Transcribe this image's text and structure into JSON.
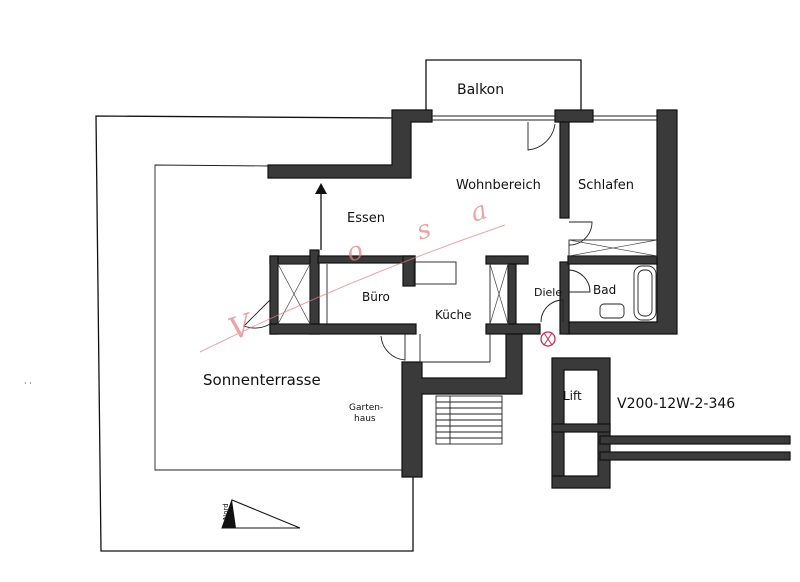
{
  "rooms": {
    "balkon": "Balkon",
    "wohnbereich": "Wohnbereich",
    "schlafen": "Schlafen",
    "essen": "Essen",
    "buero": "Büro",
    "kueche": "Küche",
    "diele": "Diele",
    "bad": "Bad",
    "sonnenterrasse": "Sonnenterrasse",
    "gartenhaus_1": "Garten-",
    "gartenhaus_2": "haus",
    "lift": "Lift"
  },
  "north_label": "Nord",
  "plan_code": "V200-12W-2-346",
  "watermark": {
    "letters": [
      "V",
      "o",
      "s",
      "a"
    ]
  }
}
